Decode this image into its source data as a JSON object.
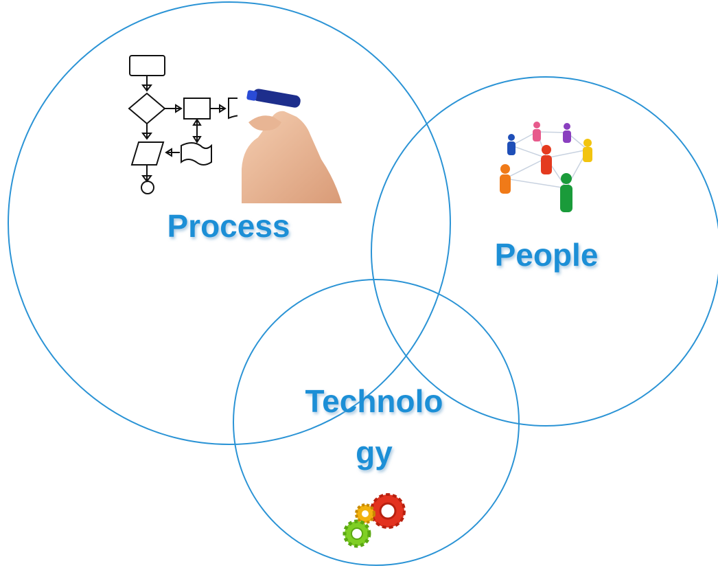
{
  "colors": {
    "circle_stroke": "#2a93d5",
    "label_fill": "#1e8fd6",
    "label_shadow": "#9cc4df"
  },
  "labels": {
    "process": "Process",
    "people": "People",
    "technology_line1": "Technolo",
    "technology_line2": "gy"
  },
  "icons": {
    "process": "flowchart-hand-icon",
    "people": "people-network-icon",
    "technology": "gears-icon"
  }
}
